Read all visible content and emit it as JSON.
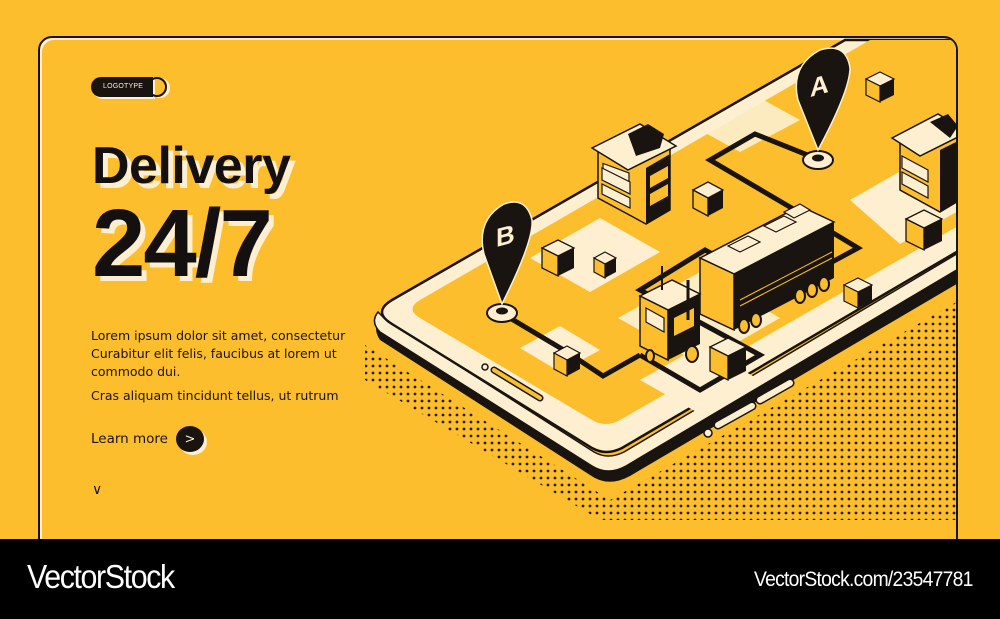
{
  "colors": {
    "background": "#FDBE2E",
    "ink": "#1A1410",
    "cream": "#FDEFD0",
    "bar": "#000000"
  },
  "logo": {
    "label": "LOGOTYPE"
  },
  "hero": {
    "title_line1": "Delivery",
    "title_line2": "24/7",
    "paragraph1": "Lorem ipsum dolor sit amet, consectetur Curabitur elit felis, faucibus at lorem ut commodo dui.",
    "paragraph2": "Cras aliquam tincidunt tellus, ut rutrum",
    "cta_label": "Learn more",
    "cta_icon": "chevron-right-icon",
    "scroll_icon": "chevron-down-icon",
    "cta_glyph": ">",
    "scroll_glyph": "∨"
  },
  "illustration": {
    "pin_a_label": "A",
    "pin_b_label": "B",
    "description": "Isometric smartphone with delivery truck, route from pin B to pin A, buildings and parcels"
  },
  "watermark": {
    "brand": "VectorStock",
    "stock_id": "VectorStock.com/23547781"
  }
}
